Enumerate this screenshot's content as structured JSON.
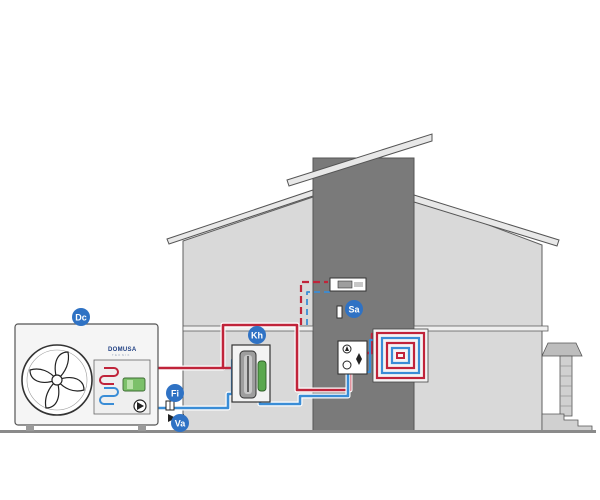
{
  "colors": {
    "hot_pipe": "#c0243a",
    "cold_pipe": "#3a8dd6",
    "badge": "#2f72c4",
    "wall": "#d9d9d9",
    "wall_dark": "#7a7a7a",
    "outline": "#555555",
    "ground": "#8a8a8a"
  },
  "outdoor_unit": {
    "brand": "DOMUSA",
    "brand_sub": "TEKNIK"
  },
  "labels": {
    "dc": "Dc",
    "kh": "Kh",
    "sa": "Sa",
    "fi": "Fi",
    "va": "Va"
  },
  "icons": [
    "fan-icon",
    "compressor-icon",
    "pump-icon",
    "valve-icon",
    "filter-icon"
  ]
}
